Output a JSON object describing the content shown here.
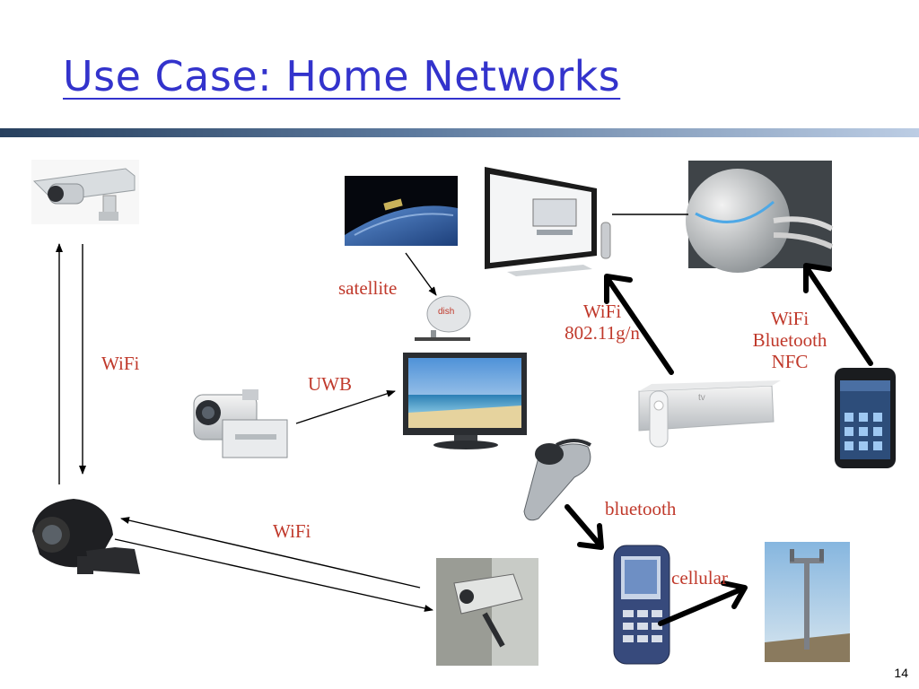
{
  "title": "Use Case: Home Networks",
  "page_number": "14",
  "labels": {
    "satellite": "satellite",
    "wifi_router_1": "WiFi",
    "wifi_router_2": "802.11g/n",
    "wifi_bt_nfc_1": "WiFi",
    "wifi_bt_nfc_2": "Bluetooth",
    "wifi_bt_nfc_3": "NFC",
    "wifi_cameras": "WiFi",
    "uwb": "UWB",
    "wifi_outdoor": "WiFi",
    "bluetooth": "bluetooth",
    "cellular": "cellular"
  },
  "images": {
    "top_camera": "security-camera-photo",
    "satellite_photo": "satellite-over-earth-photo",
    "dish": "satellite-dish-photo",
    "hifi": "micro-hifi-system-photo",
    "router": "spherical-router-photo",
    "camcorder": "camcorder-photo",
    "tv": "flat-screen-tv-photo",
    "appletv": "apple-tv-box-photo",
    "smartphone": "smartphone-photo",
    "headset": "bluetooth-headset-photo",
    "dome_camera": "black-dome-camera-photo",
    "wall_camera": "wall-mounted-camera-photo",
    "flip_phone": "flip-phone-photo",
    "tower": "cell-tower-photo"
  },
  "colors": {
    "title": "#3333cc",
    "label": "#c0392b",
    "arrow": "#000000"
  }
}
